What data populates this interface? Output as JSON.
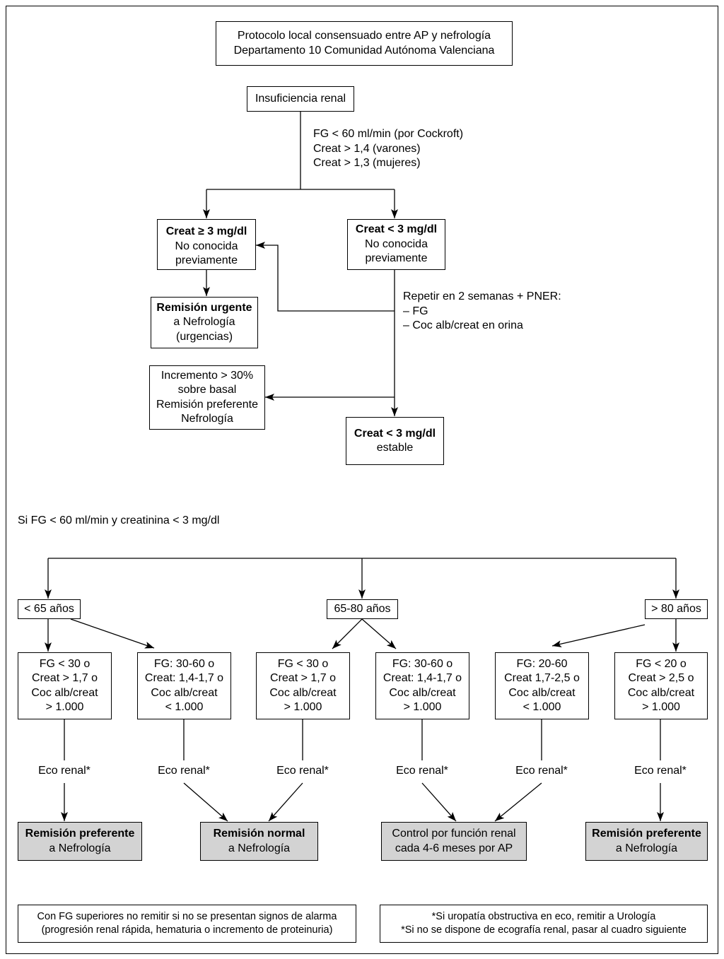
{
  "header": {
    "lines": [
      "Protocolo local consensuado entre AP y nefrología",
      "Departamento 10 Comunidad Autónoma Valenciana"
    ]
  },
  "initial": {
    "start_label": "Insuficiencia renal",
    "criteria": [
      "FG < 60 ml/min (por Cockroft)",
      "Creat > 1,4 (varones)",
      "Creat > 1,3 (mujeres)"
    ],
    "high_creat": {
      "title": "Creat ≥ 3 mg/dl",
      "lines": [
        "No conocida",
        "previamente"
      ]
    },
    "low_creat": {
      "title": "Creat < 3 mg/dl",
      "lines": [
        "No conocida",
        "previamente"
      ]
    },
    "urgent_referral": {
      "title": "Remisión urgente",
      "lines": [
        "a Nefrología",
        "(urgencias)"
      ]
    },
    "repeat_instructions": [
      "Repetir en 2 semanas + PNER:",
      "– FG",
      "– Coc alb/creat en orina"
    ],
    "increment": [
      "Incremento > 30%",
      "sobre basal",
      "Remisión preferente",
      "Nefrología"
    ],
    "stable": {
      "title": "Creat < 3 mg/dl",
      "lines": [
        "estable"
      ]
    }
  },
  "stratification": {
    "condition": "Si FG < 60 ml/min y creatinina < 3 mg/dl",
    "age_groups": [
      "< 65 años",
      "65-80 años",
      "> 80 años"
    ],
    "criteria_boxes": [
      [
        "FG < 30 o",
        "Creat > 1,7 o",
        "Coc alb/creat",
        "> 1.000"
      ],
      [
        "FG: 30-60 o",
        "Creat: 1,4-1,7 o",
        "Coc alb/creat",
        "< 1.000"
      ],
      [
        "FG < 30 o",
        "Creat > 1,7 o",
        "Coc alb/creat",
        "> 1.000"
      ],
      [
        "FG: 30-60 o",
        "Creat: 1,4-1,7 o",
        "Coc alb/creat",
        "> 1.000"
      ],
      [
        "FG: 20-60",
        "Creat 1,7-2,5 o",
        "Coc alb/creat",
        "< 1.000"
      ],
      [
        "FG < 20 o",
        "Creat > 2,5 o",
        "Coc alb/creat",
        "> 1.000"
      ]
    ],
    "eco_label": "Eco renal*",
    "outcomes": [
      {
        "title": "Remisión preferente",
        "subtitle": "a Nefrología"
      },
      {
        "title": "Remisión normal",
        "subtitle": "a Nefrología"
      },
      {
        "title": "Control por función renal",
        "subtitle": "cada 4-6 meses por AP"
      },
      {
        "title": "Remisión preferente",
        "subtitle": "a Nefrología"
      }
    ]
  },
  "notes": {
    "left": [
      "Con FG superiores no remitir si no se presentan signos de alarma",
      "(progresión renal rápida, hematuria o incremento de proteinuria)"
    ],
    "right": [
      "*Si uropatía obstructiva en eco, remitir a Urología",
      "*Si no se dispone de ecografía renal, pasar al cuadro siguiente"
    ]
  },
  "colors": {
    "outcome_fill": "#d3d3d3",
    "line": "#000000",
    "background": "#ffffff"
  }
}
